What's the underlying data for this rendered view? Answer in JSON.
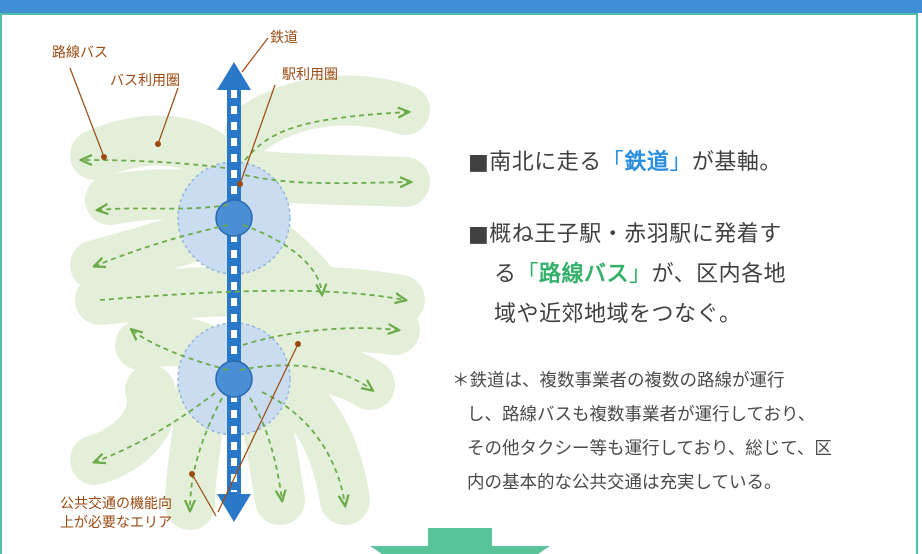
{
  "labels": {
    "railway": "鉄道",
    "bus_route": "路線バス",
    "bus_area": "バス利用圏",
    "station_area": "駅利用圏",
    "improve_area": "公共交通の機能向上が必要なエリア"
  },
  "statements": {
    "s1_prefix": "■南北に走る",
    "s1_open": "「",
    "s1_key": "鉄道",
    "s1_close": "」",
    "s1_suffix": "が基軸。",
    "s2_line1": "■概ね王子駅・赤羽駅に発着す",
    "s2_pre": "る",
    "s2_open": "「",
    "s2_key": "路線バス",
    "s2_close": "」",
    "s2_post": "が、区内各地",
    "s2_line3": "域や近郊地域をつなぐ。"
  },
  "note": {
    "line1": "＊鉄道は、複数事業者の複数の路線が運行",
    "line2": "し、路線バスも複数事業者が運行しており、",
    "line3": "その他タクシー等も運行しており、総じて、区",
    "line4": "内の基本的な公共交通は充実している。"
  },
  "colors": {
    "header": "#3f8fd6",
    "frame": "#4fbfa5",
    "railway": "#2c78c8",
    "station": "#4a8fd6",
    "station_area": "#c9dcf0",
    "bus_area": "#e4efd9",
    "bus_route": "#6cab4a",
    "label": "#9a4a12",
    "key_blue": "#2b8fe0",
    "key_green": "#34b06a",
    "arrow": "#59c49a"
  }
}
